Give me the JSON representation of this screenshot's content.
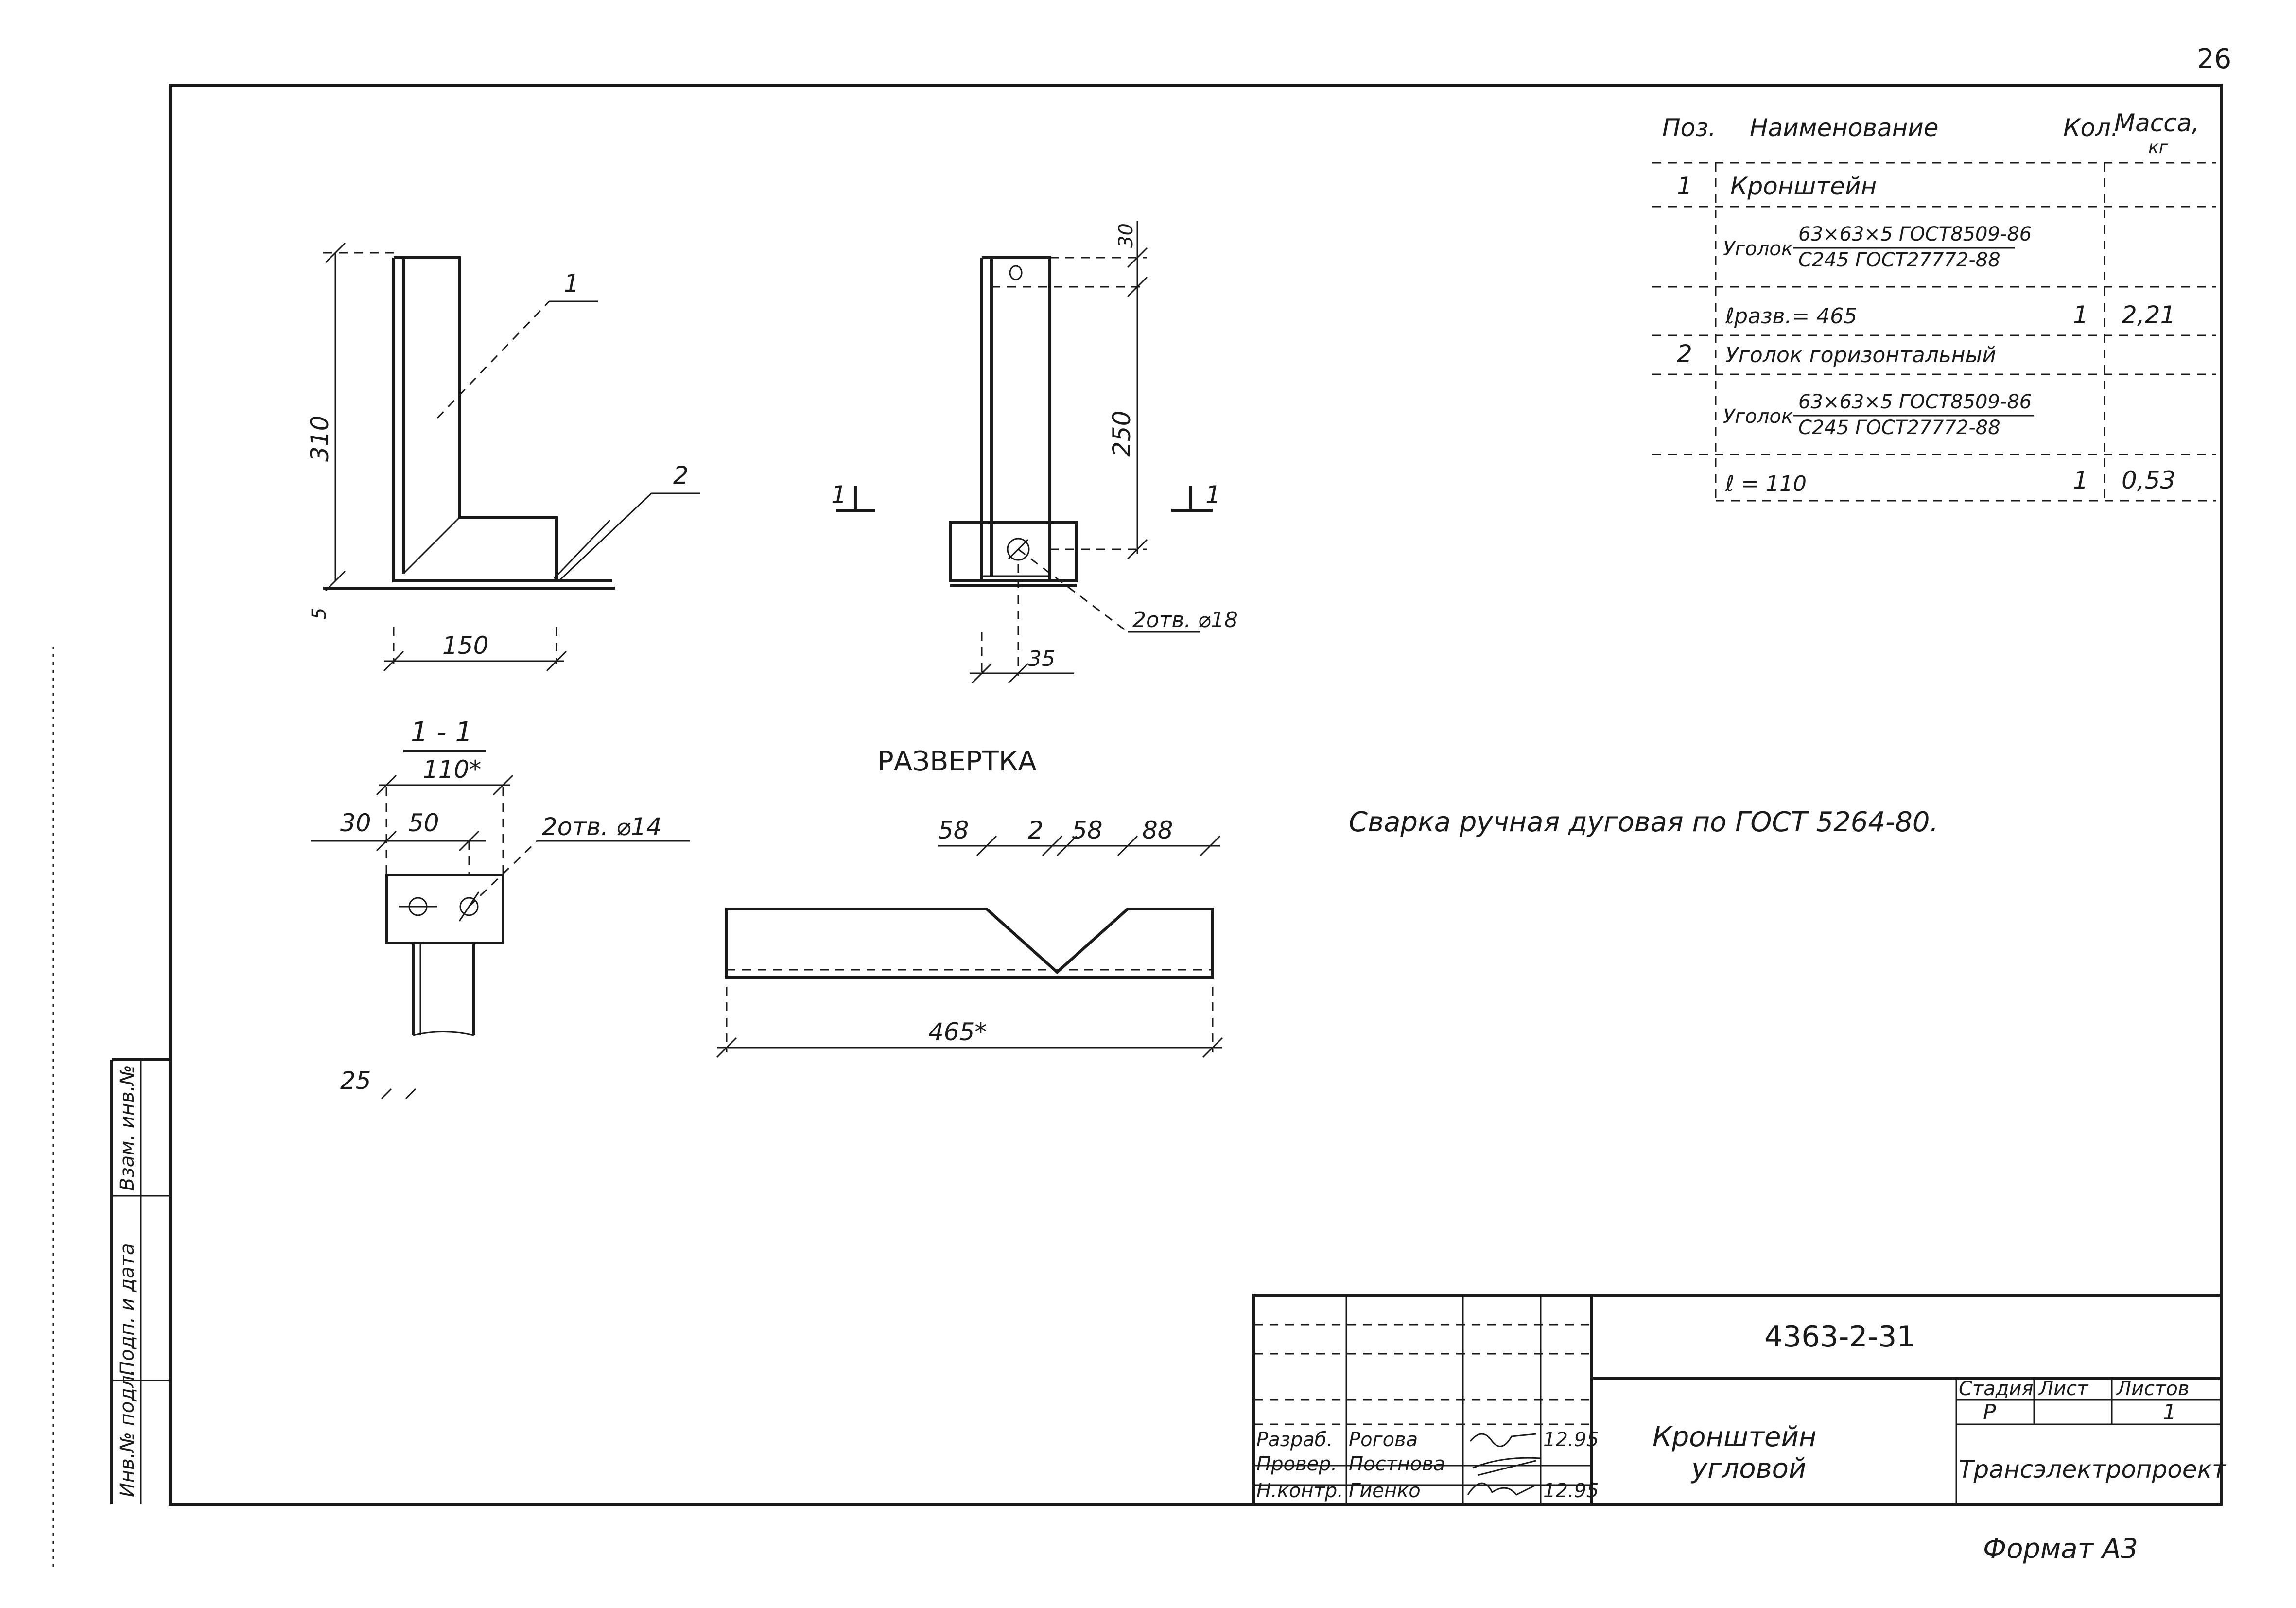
{
  "page_number": "26",
  "spec_table": {
    "headers": {
      "pos": "Поз.",
      "name": "Наименование",
      "qty": "Кол.",
      "mass": "Масса,",
      "mass_unit": "кг"
    },
    "rows": [
      {
        "pos": "1",
        "name": "Кронштейн"
      },
      {
        "name_prefix": "Уголок",
        "num": "63×63×5 ГОСТ8509-86",
        "den": "С245  ГОСТ27772-88"
      },
      {
        "name": "ℓразв.= 465",
        "qty": "1",
        "mass": "2,21"
      },
      {
        "pos": "2",
        "name": "Уголок горизонтальный"
      },
      {
        "name_prefix": "Уголок",
        "num": "63×63×5 ГОСТ8509-86",
        "den": "С245  ГОСТ27772-88"
      },
      {
        "name": "ℓ = 110",
        "qty": "1",
        "mass": "0,53"
      }
    ]
  },
  "front_view": {
    "leader_1": "1",
    "leader_2": "2",
    "dim_height": "310",
    "dim_base": "5",
    "dim_width": "150"
  },
  "side_view": {
    "section_left": "1",
    "section_right": "1",
    "dim_top": "30",
    "dim_height": "250",
    "dim_bottom": "35",
    "holes": "2отв. ⌀18"
  },
  "section_view": {
    "title": "1 - 1",
    "dim_total": "110*",
    "dim_30": "30",
    "dim_50": "50",
    "holes": "2отв. ⌀14",
    "dim_25": "25"
  },
  "development": {
    "title": "РАЗВЕРТКА",
    "dims": [
      "58",
      "2",
      "58",
      "88"
    ],
    "total": "465*"
  },
  "note": "Сварка ручная дуговая по ГОСТ 5264-80.",
  "side_stamp": [
    "Инв.№ подл.",
    "Подп. и дата",
    "Взам. инв.№"
  ],
  "title_block": {
    "doc_number": "4363-2-31",
    "title_line1": "Кронштейн",
    "title_line2": "угловой",
    "stage_label": "Стадия",
    "sheet_label": "Лист",
    "sheets_label": "Листов",
    "stage": "Р",
    "sheets": "1",
    "organization": "Трансэлектропроект",
    "roles": [
      {
        "role": "Разраб.",
        "name": "Рогова",
        "date": "12.95"
      },
      {
        "role": "Провер.",
        "name": "Постнова",
        "date": ""
      },
      {
        "role": "Н.контр.",
        "name": "Гиенко",
        "date": "12.95"
      }
    ]
  },
  "format": "Формат А3"
}
